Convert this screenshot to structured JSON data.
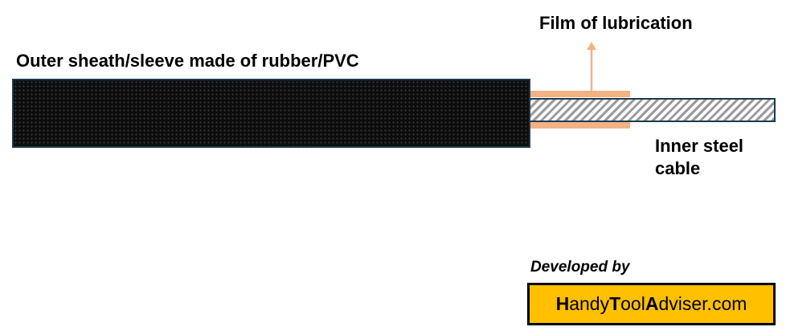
{
  "labels": {
    "film": "Film of lubrication",
    "sheath": "Outer sheath/sleeve made of rubber/PVC",
    "inner": "Inner steel cable",
    "developed_by": "Developed by"
  },
  "brand": {
    "parts": [
      {
        "text": "H",
        "bold": true
      },
      {
        "text": "andy",
        "bold": false
      },
      {
        "text": "T",
        "bold": true
      },
      {
        "text": "ool",
        "bold": false
      },
      {
        "text": "A",
        "bold": true
      },
      {
        "text": "dviser.com",
        "bold": false
      }
    ],
    "background": "#ffc000",
    "border": "#000000"
  },
  "colors": {
    "film": "#f4b183",
    "sheath": "#0d0d0d",
    "outline": "#1d3b4f",
    "cable_hatch": "#9a9a9a"
  }
}
